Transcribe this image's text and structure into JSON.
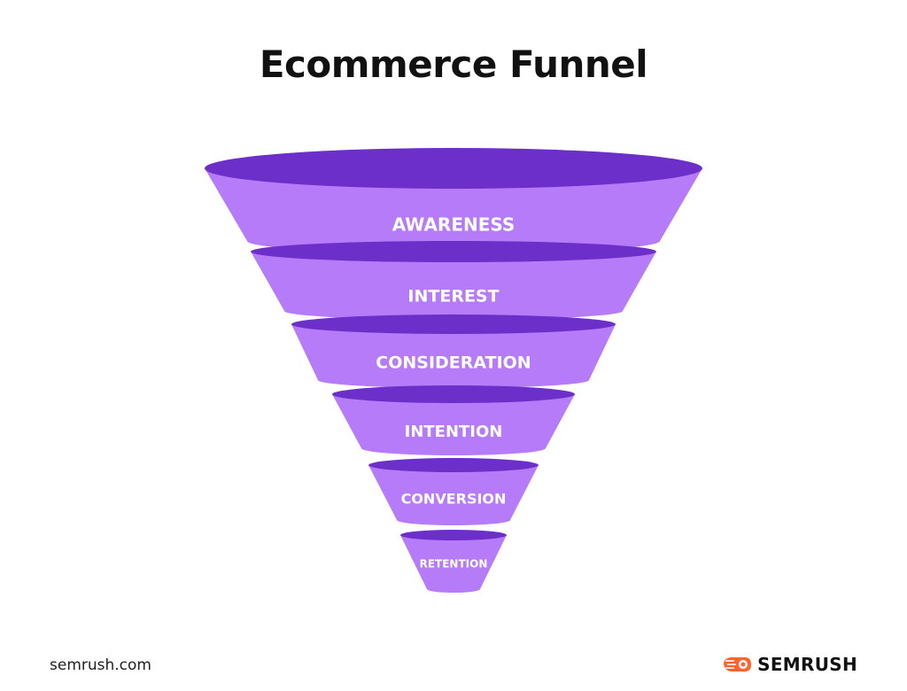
{
  "title": "Ecommerce Funnel",
  "stages": [
    {
      "label": "AWARENESS"
    },
    {
      "label": "INTEREST"
    },
    {
      "label": "CONSIDERATION"
    },
    {
      "label": "INTENTION"
    },
    {
      "label": "CONVERSION"
    },
    {
      "label": "RETENTION"
    }
  ],
  "footer": {
    "url": "semrush.com",
    "brand": "SEMRUSH"
  },
  "colors": {
    "body": "#b57bf8",
    "rim": "#6c2fc9",
    "brand_accent": "#ff642d"
  }
}
